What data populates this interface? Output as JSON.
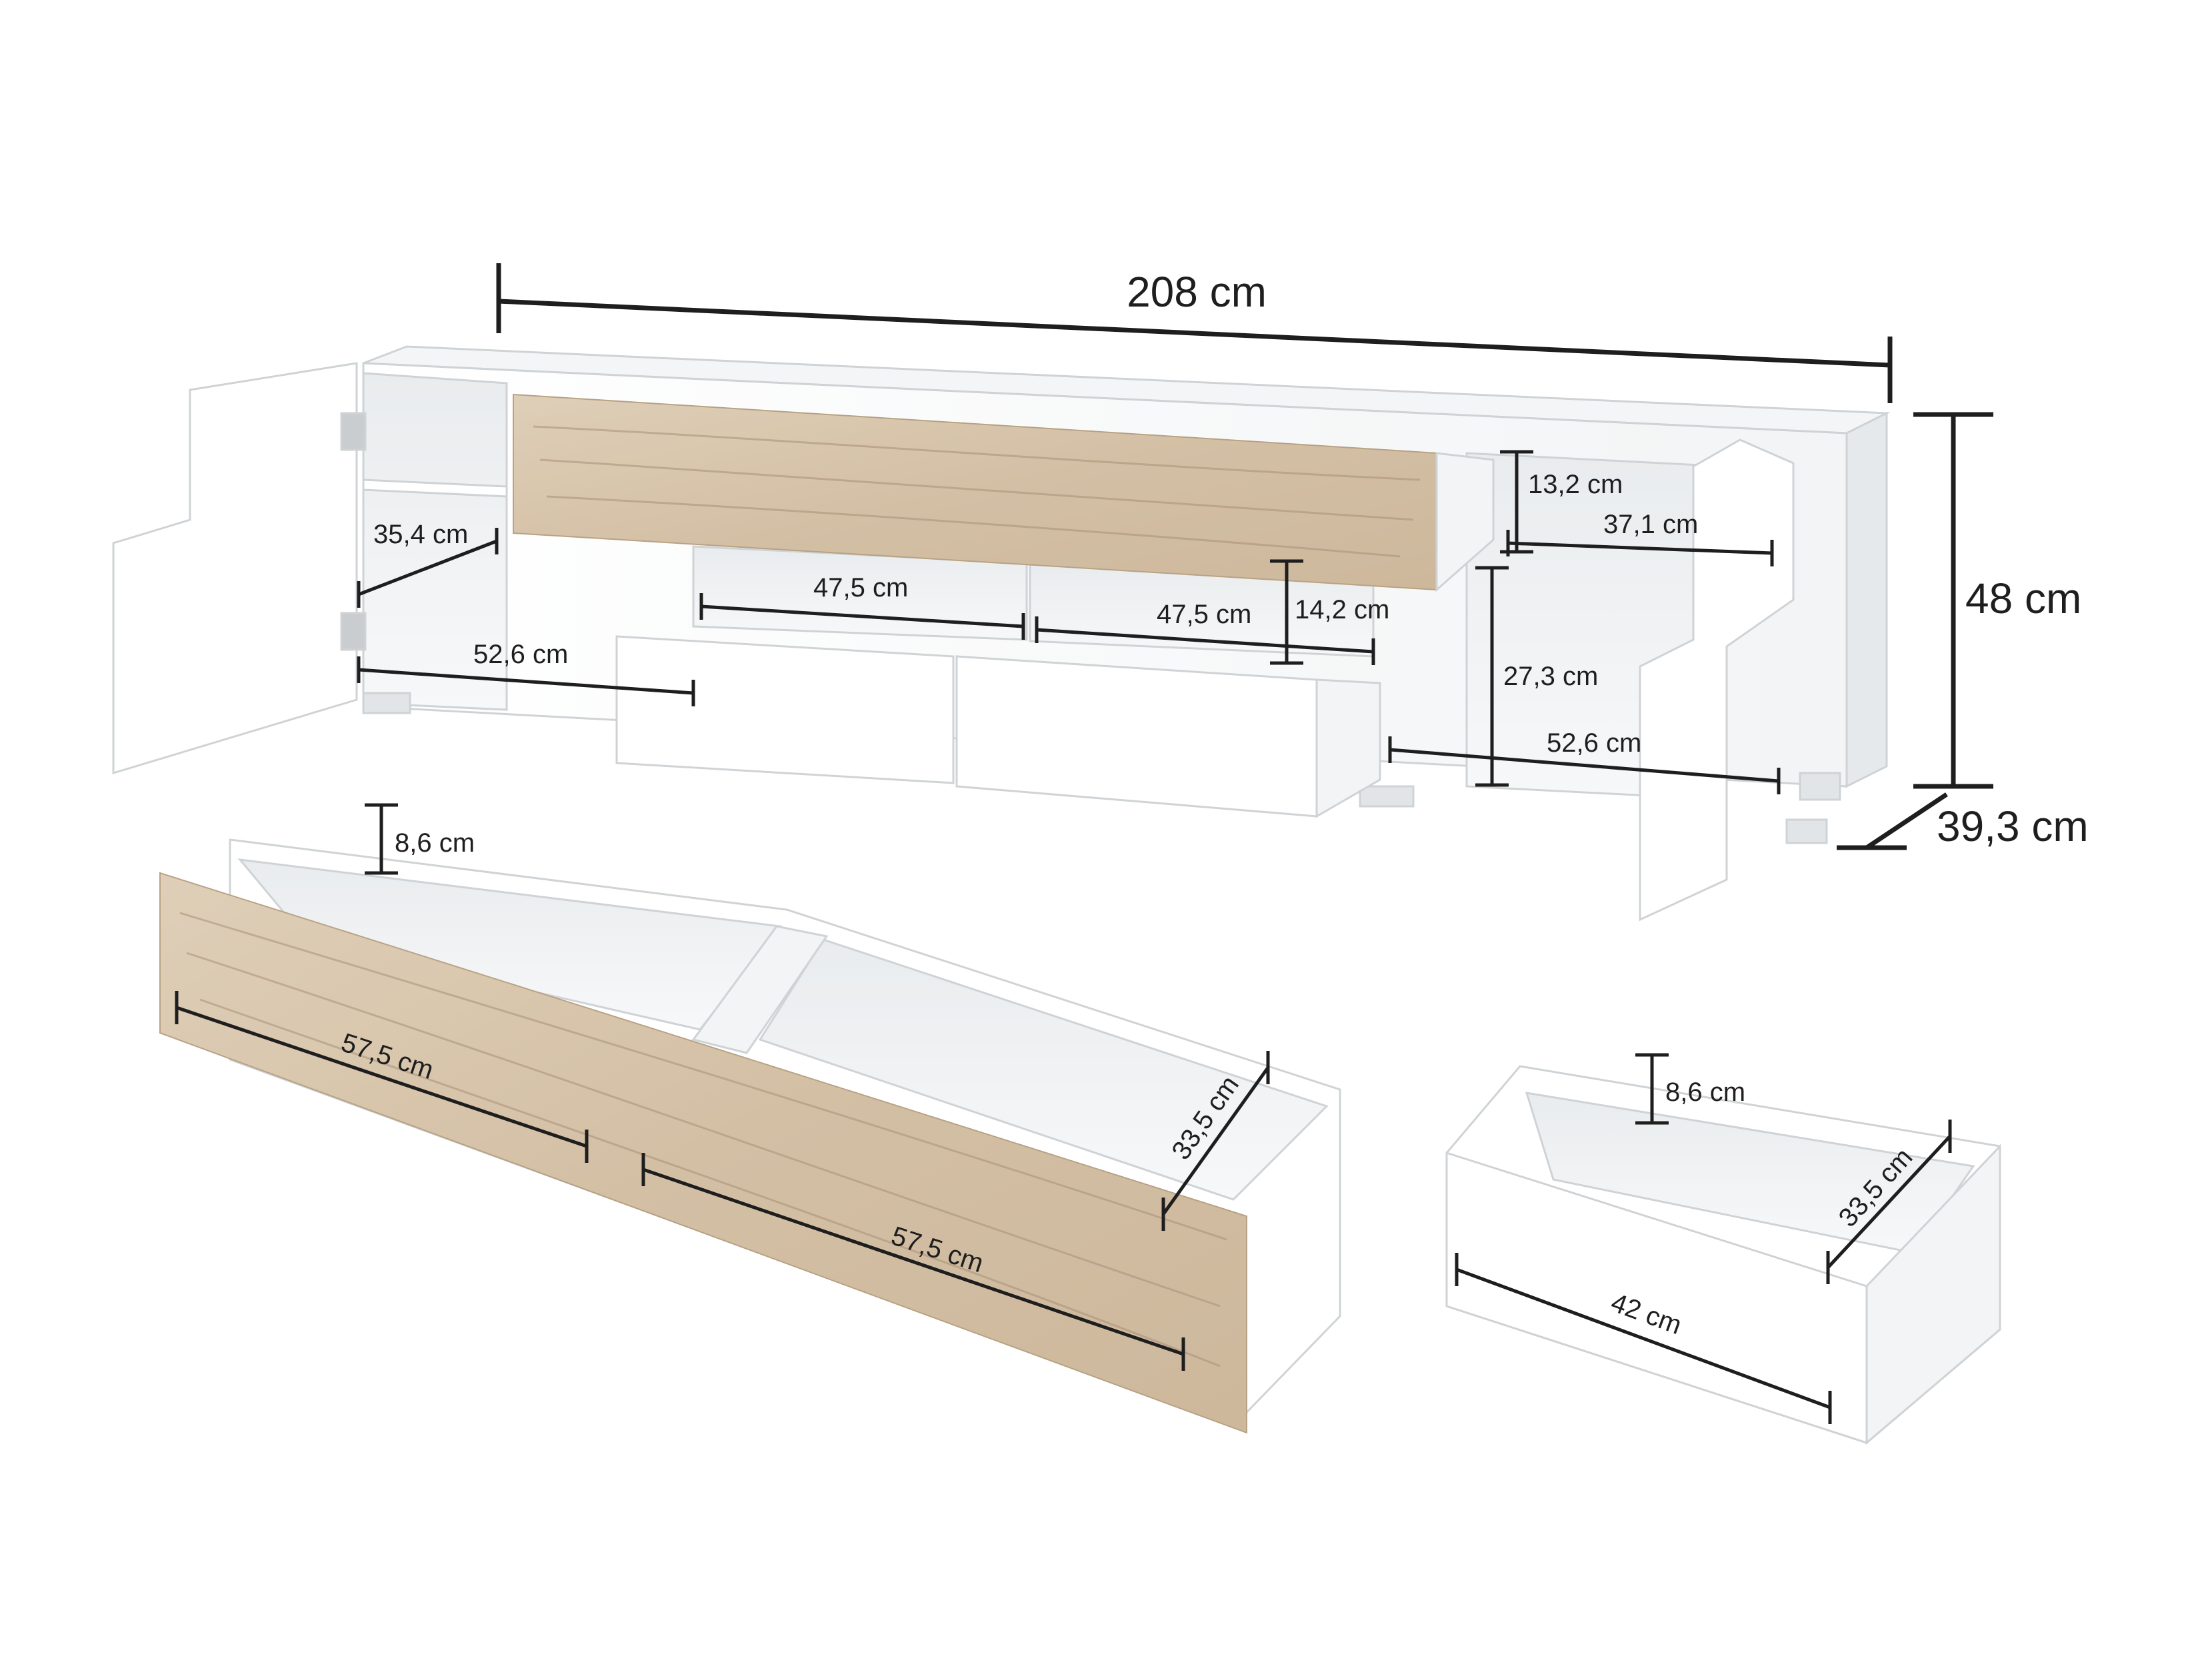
{
  "dimensions": {
    "overall_width": "208 cm",
    "overall_height": "48 cm",
    "overall_depth": "39,3 cm",
    "left_compartment_depth": "35,4 cm",
    "left_compartment_width": "52,6 cm",
    "center_shelf_left_width": "47,5 cm",
    "center_shelf_right_width": "47,5 cm",
    "center_shelf_height": "14,2 cm",
    "top_right_height": "13,2 cm",
    "top_right_width": "37,1 cm",
    "right_compartment_height": "27,3 cm",
    "right_compartment_width": "52,6 cm",
    "long_drawer_height": "8,6 cm",
    "long_drawer_width_left": "57,5 cm",
    "long_drawer_width_right": "57,5 cm",
    "long_drawer_depth": "33,5 cm",
    "small_drawer_height": "8,6 cm",
    "small_drawer_depth": "33,5 cm",
    "small_drawer_width": "42 cm"
  },
  "colors": {
    "dimension_line": "#1e1e1e",
    "oak_front": "#d8c6ad",
    "oak_grain": "#a89078",
    "white_panel": "#ffffff",
    "panel_edge": "#cfd3d6",
    "interior_shade": "#eef0f1"
  }
}
